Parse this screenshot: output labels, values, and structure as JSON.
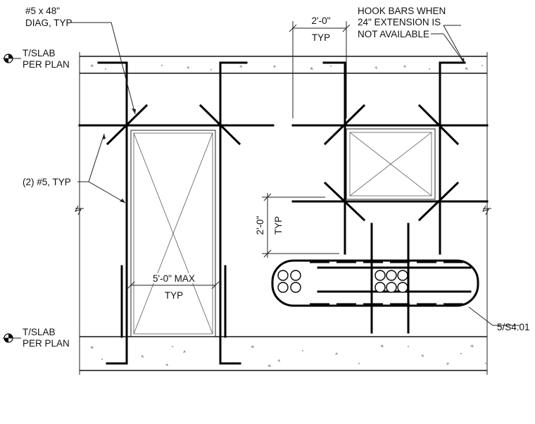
{
  "labels": {
    "diag_bar": [
      "#5 x 48\"",
      "DIAG, TYP"
    ],
    "top_slab": [
      "T/SLAB",
      "PER PLAN"
    ],
    "bottom_slab": [
      "T/SLAB",
      "PER PLAN"
    ],
    "edge_bars": "(2) #5, TYP",
    "hook_note": [
      "HOOK BARS WHEN",
      "24\" EXTENSION IS",
      "NOT AVAILABLE"
    ],
    "dim_top": {
      "value": "2'-0\"",
      "typ": "TYP"
    },
    "dim_side": {
      "value": "2'-0\"",
      "typ": "TYP"
    },
    "dim_opening": {
      "value": "5'-0\" MAX",
      "typ": "TYP"
    },
    "detail_ref": "5/S4.01"
  }
}
